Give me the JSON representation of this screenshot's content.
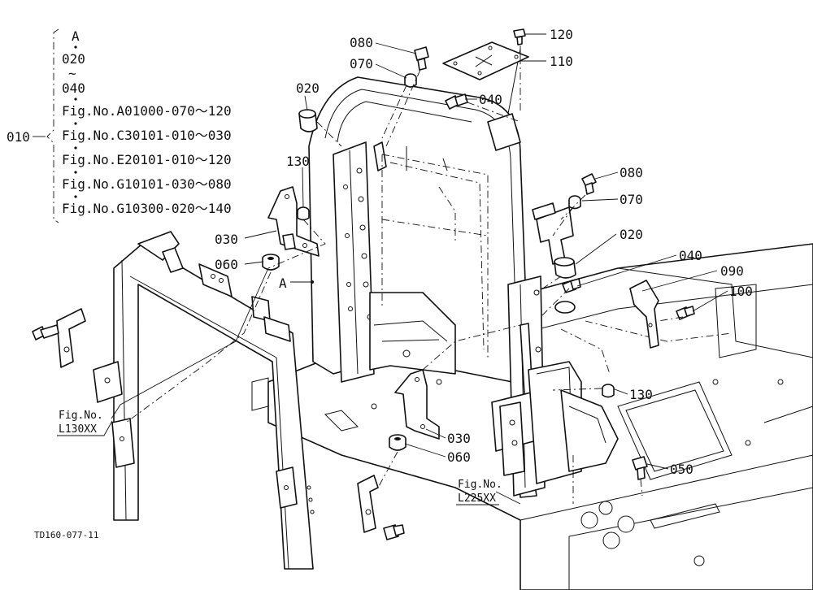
{
  "diagram": {
    "group_label": "010",
    "group_items": {
      "line1": "A",
      "line2": "020",
      "tilde": "~",
      "line3": "040",
      "refs": [
        "Fig.No.A01000-070～120",
        "Fig.No.C30101-010～030",
        "Fig.No.E20101-010～120",
        "Fig.No.G10101-030～080",
        "Fig.No.G10300-020～140"
      ]
    },
    "callouts": {
      "p080_top": "080",
      "p070_top": "070",
      "p020_left": "020",
      "p040_top": "040",
      "p120": "120",
      "p110": "110",
      "p130_left": "130",
      "p030_left": "030",
      "p060_left": "060",
      "pA": "A",
      "p080_right": "080",
      "p070_right": "070",
      "p020_right": "020",
      "p040_right": "040",
      "p090": "090",
      "p100": "100",
      "p130_right": "130",
      "p030_bottom": "030",
      "p060_bottom": "060",
      "p050": "050"
    },
    "fig_refs": {
      "left_title": "Fig.No.",
      "left_code": "L130XX",
      "right_title": "Fig.No.",
      "right_code": "L225XX"
    },
    "drawing_id": "TD160-077-11"
  }
}
